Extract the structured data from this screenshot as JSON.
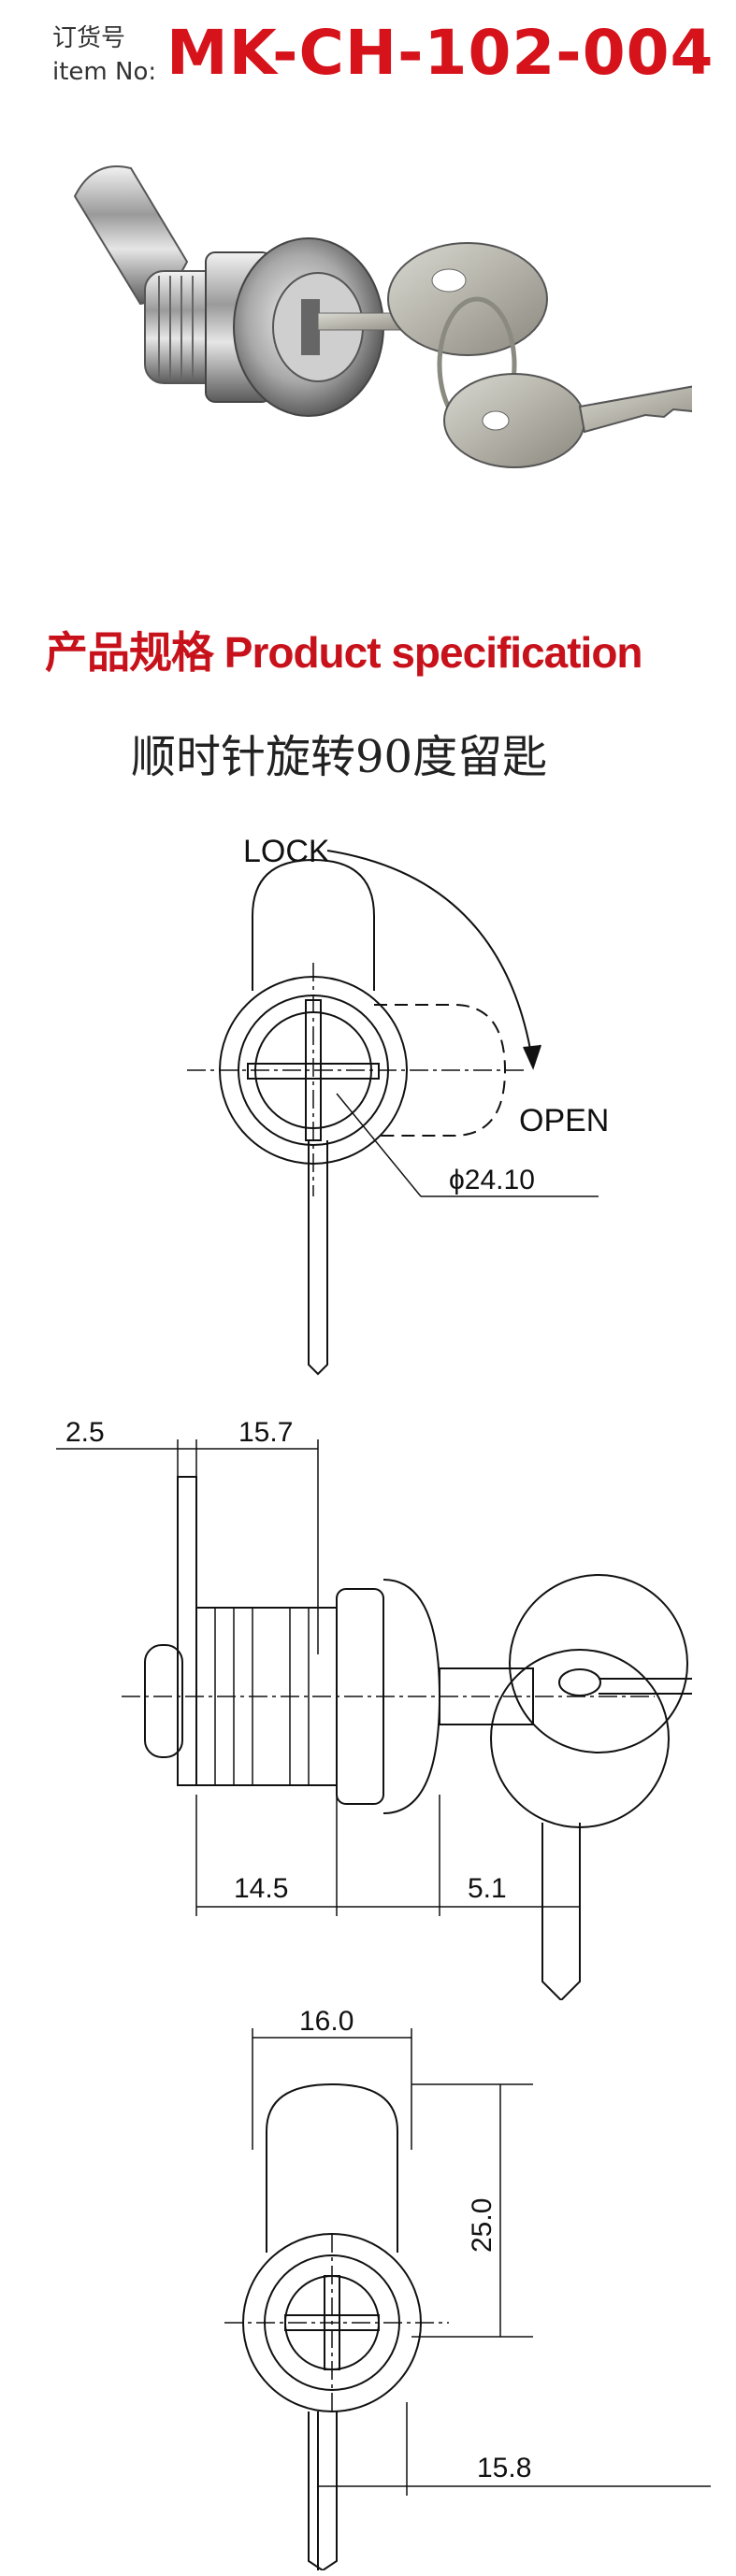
{
  "header": {
    "label_cn": "订货号",
    "label_en": "item No:",
    "item_number": "MK-CH-102-004"
  },
  "spec": {
    "heading": "产品规格 Product specification",
    "subtitle": "顺时针旋转90度留匙"
  },
  "drawing1": {
    "lock_label": "LOCK",
    "open_label": "OPEN",
    "diameter_label": "ϕ24.10"
  },
  "drawing2": {
    "dim_top_left": "2.5",
    "dim_top_right": "15.7",
    "dim_bottom_left": "14.5",
    "dim_bottom_right": "5.1"
  },
  "drawing3": {
    "dim_width": "16.0",
    "dim_height": "25.0",
    "dim_bottom": "15.8"
  }
}
